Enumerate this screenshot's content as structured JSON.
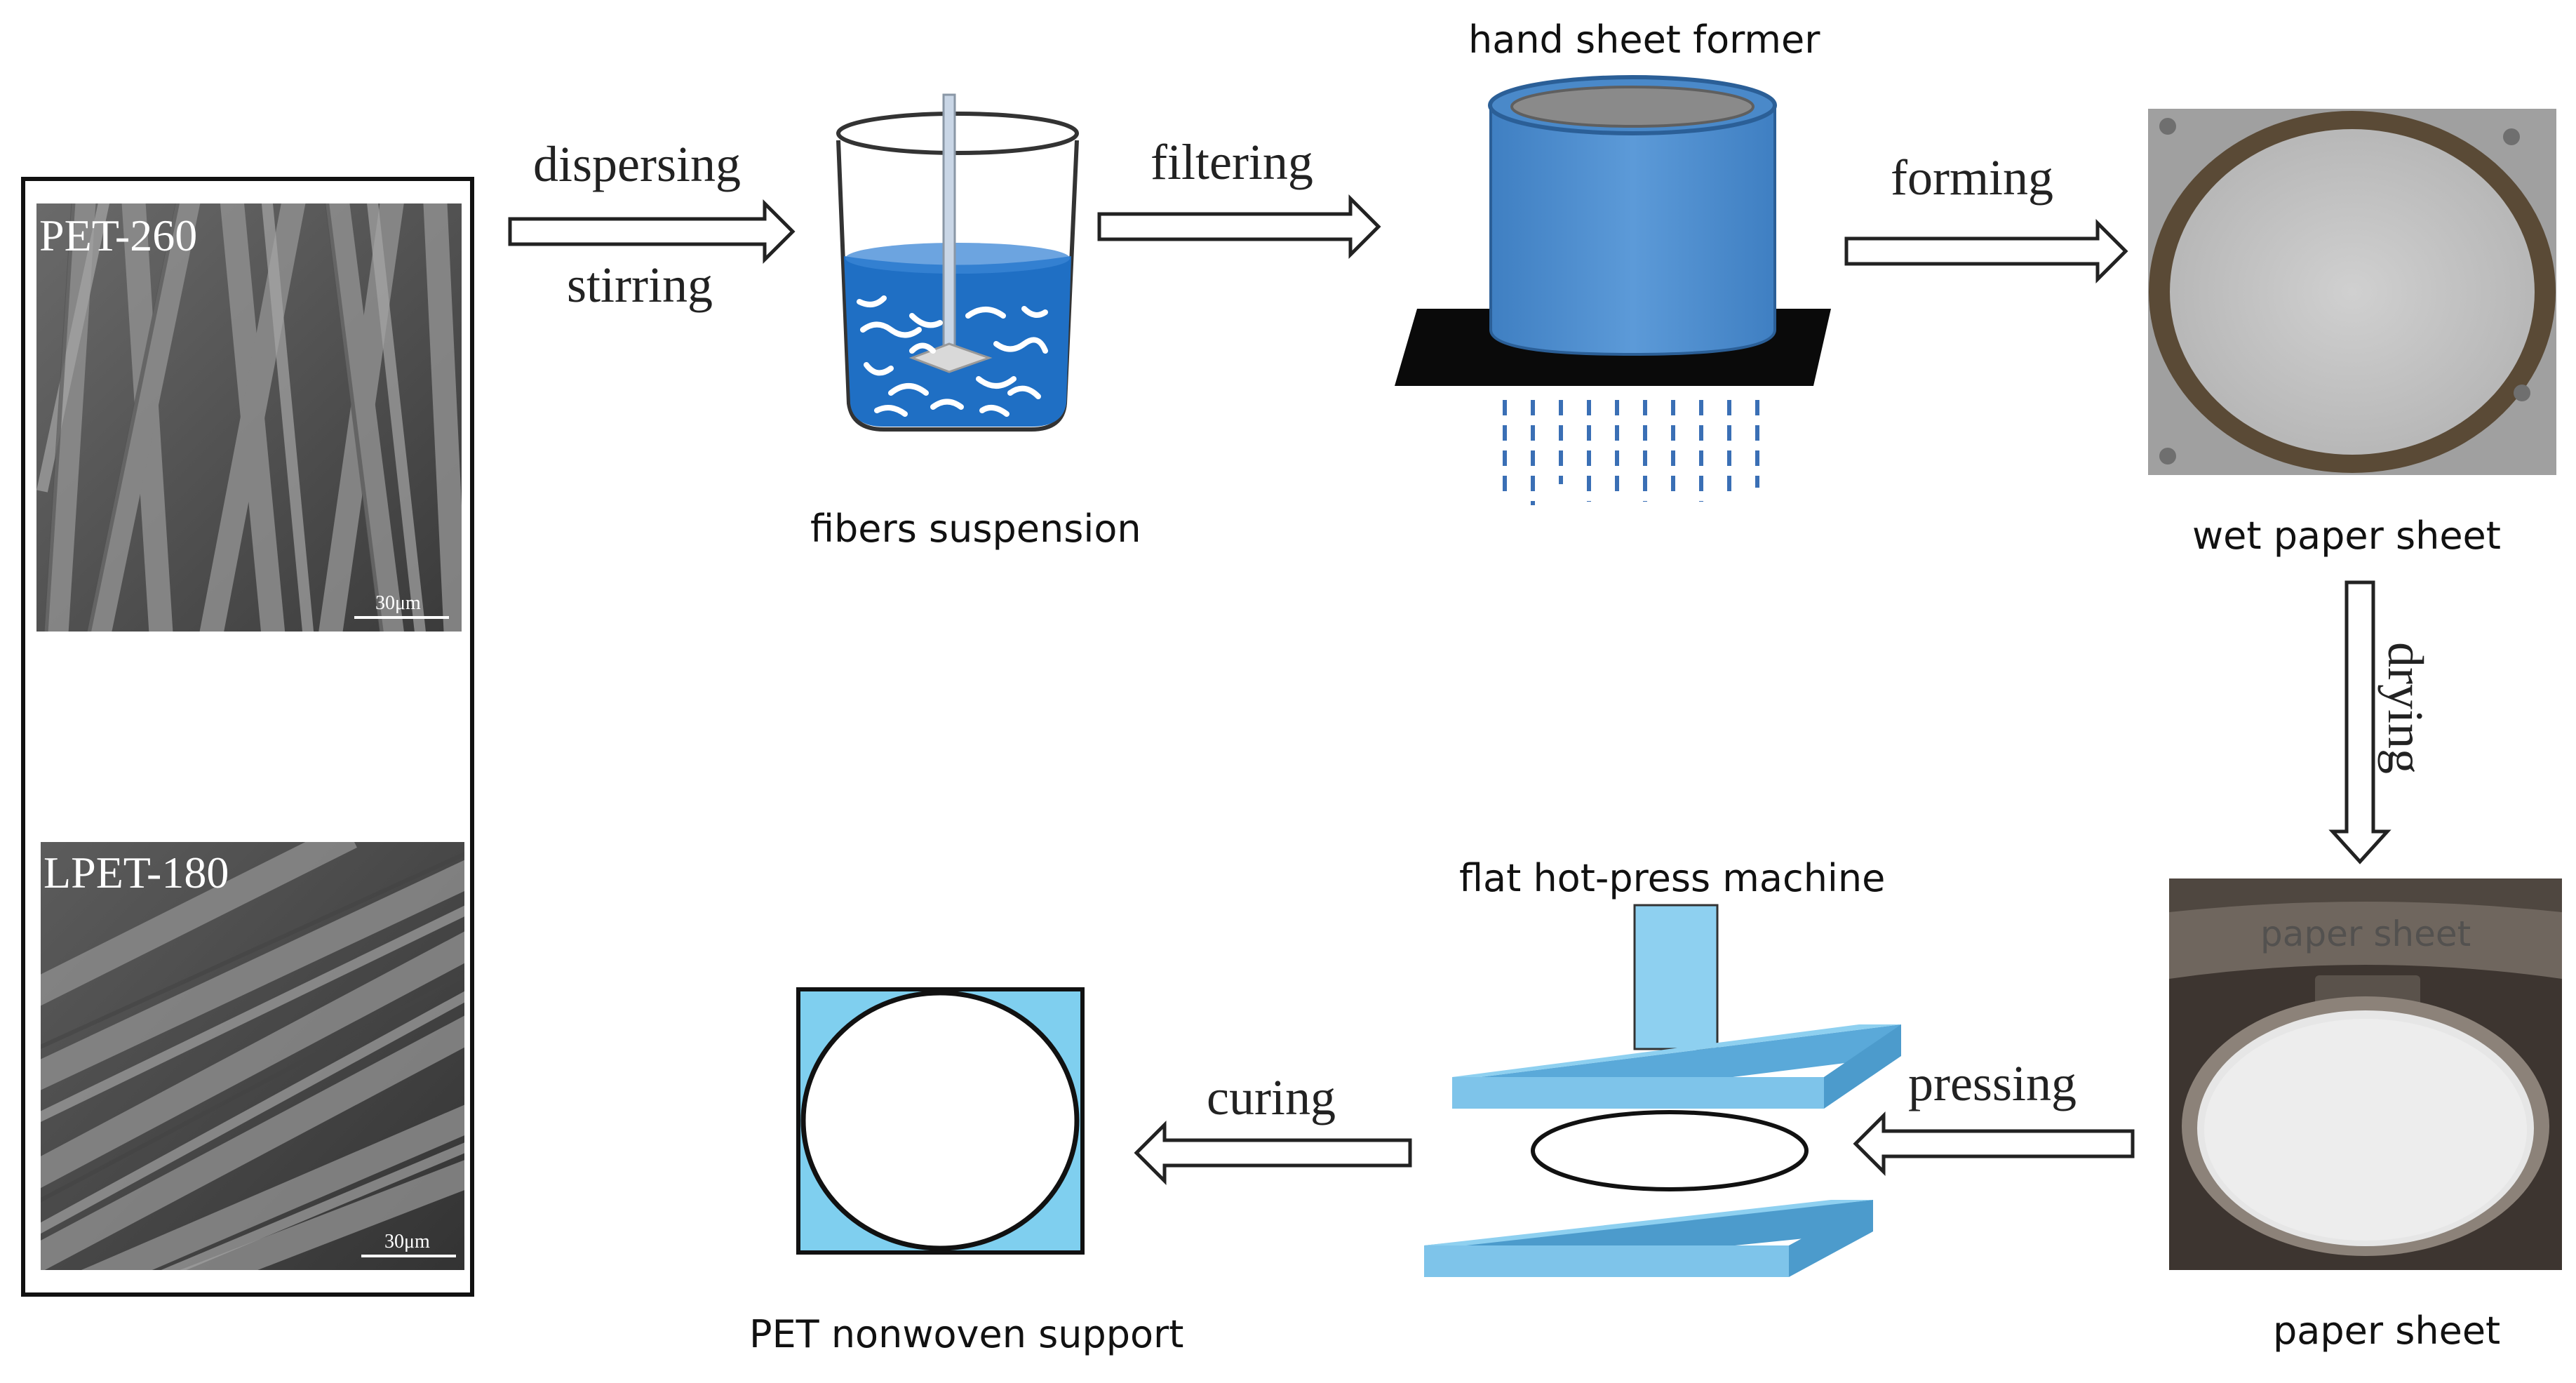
{
  "samples": {
    "pet260": {
      "label": "PET-260",
      "scale": "30μm"
    },
    "lpet180": {
      "label": "LPET-180",
      "scale": "30μm"
    }
  },
  "steps": {
    "dispersing": "dispersing",
    "stirring": "stirring",
    "filtering": "filtering",
    "forming": "forming",
    "drying": "drying",
    "pressing": "pressing",
    "curing": "curing"
  },
  "labels": {
    "fibers_suspension": "fibers suspension",
    "hand_sheet_former": "hand sheet former",
    "wet_paper_sheet": "wet paper sheet",
    "paper_sheet": "paper sheet",
    "paper_sheet_photo_overlay": "paper sheet",
    "hot_press": "flat hot-press machine",
    "nonwoven_support": "PET nonwoven support"
  },
  "colors": {
    "water_blue": "#1f6fc4",
    "cylinder_blue": "#5b9bd5",
    "press_blue": "#7ec4ea",
    "support_blue": "#7fcfef"
  }
}
